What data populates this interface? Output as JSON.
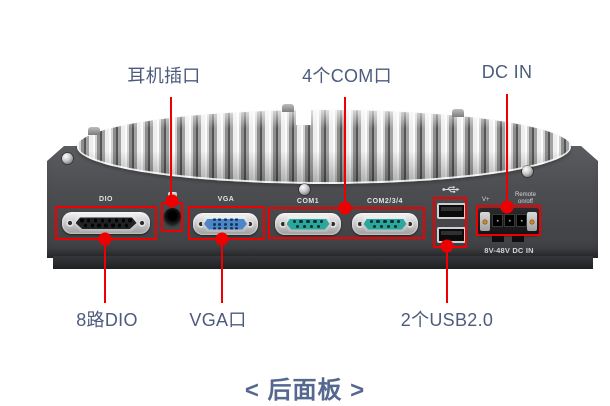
{
  "colors": {
    "accent_red": "#ee0000",
    "label_text": "#4d5b7d"
  },
  "callouts": {
    "headphone": "耳机插口",
    "com": "4个COM口",
    "dcin": "DC IN",
    "dio": "8路DIO",
    "vga": "VGA口",
    "usb": "2个USB2.0"
  },
  "panel_text": {
    "dio": "DIO",
    "vga": "VGA",
    "com1": "COM1",
    "com234": "COM2/3/4",
    "pwr_vplus": "V+",
    "pwr_remote": "Remote",
    "pwr_onoff": "on/off",
    "pwr_rating": "8V-48V DC IN"
  },
  "footer": {
    "caption": "< 后面板 >"
  }
}
